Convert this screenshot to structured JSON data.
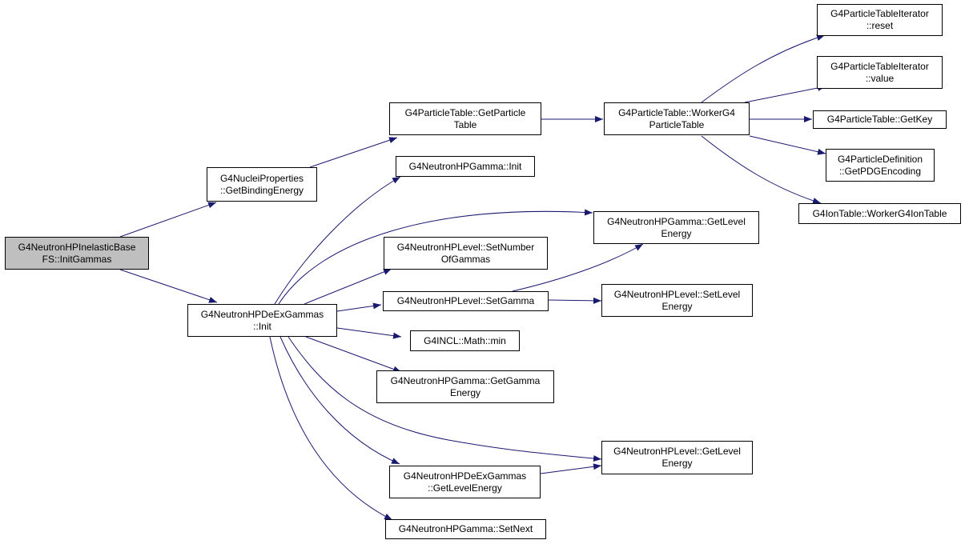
{
  "colors": {
    "edge": "#191970",
    "root_fill": "#bfbfbf",
    "node_fill": "#ffffff",
    "node_border": "#000000"
  },
  "nodes": {
    "root": {
      "line1": "G4NeutronHPInelasticBase",
      "line2": "FS::InitGammas"
    },
    "nuclei": {
      "line1": "G4NucleiProperties",
      "line2": "::GetBindingEnergy"
    },
    "deex_init": {
      "line1": "G4NeutronHPDeExGammas",
      "line2": "::Init"
    },
    "pt_get": {
      "line1": "G4ParticleTable::GetParticle",
      "line2": "Table"
    },
    "pt_worker": {
      "line1": "G4ParticleTable::WorkerG4",
      "line2": "ParticleTable"
    },
    "pti_reset": {
      "line1": "G4ParticleTableIterator",
      "line2": "::reset"
    },
    "pti_value": {
      "line1": "G4ParticleTableIterator",
      "line2": "::value"
    },
    "pt_getkey": {
      "line1": "G4ParticleTable::GetKey"
    },
    "pd_pdg": {
      "line1": "G4ParticleDefinition",
      "line2": "::GetPDGEncoding"
    },
    "ion_worker": {
      "line1": "G4IonTable::WorkerG4IonTable"
    },
    "gamma_init": {
      "line1": "G4NeutronHPGamma::Init"
    },
    "gamma_getlevel": {
      "line1": "G4NeutronHPGamma::GetLevel",
      "line2": "Energy"
    },
    "level_setnum": {
      "line1": "G4NeutronHPLevel::SetNumber",
      "line2": "OfGammas"
    },
    "level_setgamma": {
      "line1": "G4NeutronHPLevel::SetGamma"
    },
    "level_setlevel": {
      "line1": "G4NeutronHPLevel::SetLevel",
      "line2": "Energy"
    },
    "math_min": {
      "line1": "G4INCL::Math::min"
    },
    "gamma_getgamma": {
      "line1": "G4NeutronHPGamma::GetGamma",
      "line2": "Energy"
    },
    "level_getlevel": {
      "line1": "G4NeutronHPLevel::GetLevel",
      "line2": "Energy"
    },
    "deex_getlevel": {
      "line1": "G4NeutronHPDeExGammas",
      "line2": "::GetLevelEnergy"
    },
    "gamma_setnext": {
      "line1": "G4NeutronHPGamma::SetNext"
    }
  }
}
